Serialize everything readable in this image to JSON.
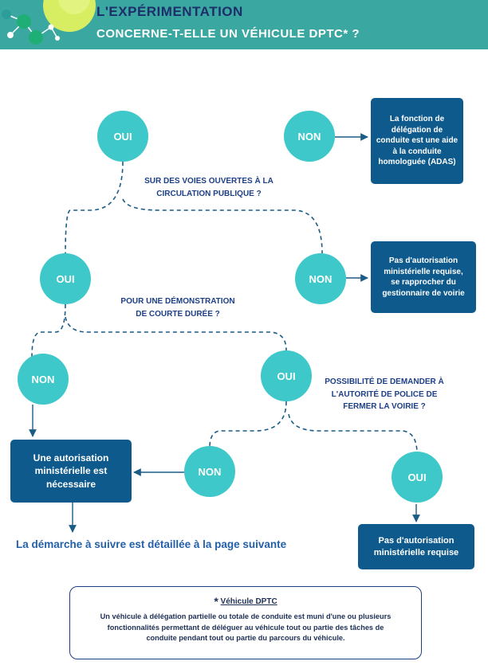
{
  "header": {
    "title_line1": "L'EXPÉRIMENTATION",
    "title_line2": "CONCERNE-T-ELLE UN VÉHICULE DPTC* ?"
  },
  "flow": {
    "q1": {
      "line1": "SUR DES VOIES OUVERTES À LA",
      "line2": "CIRCULATION PUBLIQUE ?"
    },
    "q2": {
      "line1": "POUR UNE DÉMONSTRATION",
      "line2": "DE COURTE DURÉE ?"
    },
    "q3": {
      "line1": "POSSIBILITÉ DE DEMANDER À",
      "line2": "L'AUTORITÉ DE POLICE DE",
      "line3": "FERMER LA VOIRIE ?"
    },
    "answers": {
      "oui_1": "OUI",
      "non_1": "NON",
      "oui_2": "OUI",
      "non_2": "NON",
      "non_3": "NON",
      "oui_3": "OUI",
      "non_4": "NON",
      "oui_4": "OUI"
    },
    "results": {
      "adas": {
        "line1": "La fonction de",
        "line2": "délégation de",
        "line3": "conduite est une aide",
        "line4": "à la conduite",
        "line5": "homologuée (ADAS)"
      },
      "gestionnaire": {
        "line1": "Pas d'autorisation",
        "line2": "ministérielle requise,",
        "line3": "se rapprocher du",
        "line4": "gestionnaire de voirie"
      },
      "autorisation": {
        "line1": "Une autorisation",
        "line2": "ministérielle est",
        "line3": "nécessaire"
      },
      "pas_autorisation": {
        "line1": "Pas d'autorisation",
        "line2": "ministérielle requise"
      }
    },
    "next_step": "La démarche à suivre est détaillée à la page suivante"
  },
  "footnote": {
    "star": "*",
    "title": "Véhicule DPTC",
    "line1": "Un véhicule à délégation partielle ou totale de conduite est muni d'une ou plusieurs",
    "line2": "fonctionnalités permettant de déléguer au véhicule tout ou partie des tâches de",
    "line3": "conduite pendant tout ou partie du parcours du véhicule."
  },
  "colors": {
    "header_bg": "#3aa7a0",
    "title_dark": "#1d2f6b",
    "circle": "#3ec8c9",
    "box": "#0e5a8c",
    "question": "#1d3f86",
    "connector": "#1b5c86"
  }
}
